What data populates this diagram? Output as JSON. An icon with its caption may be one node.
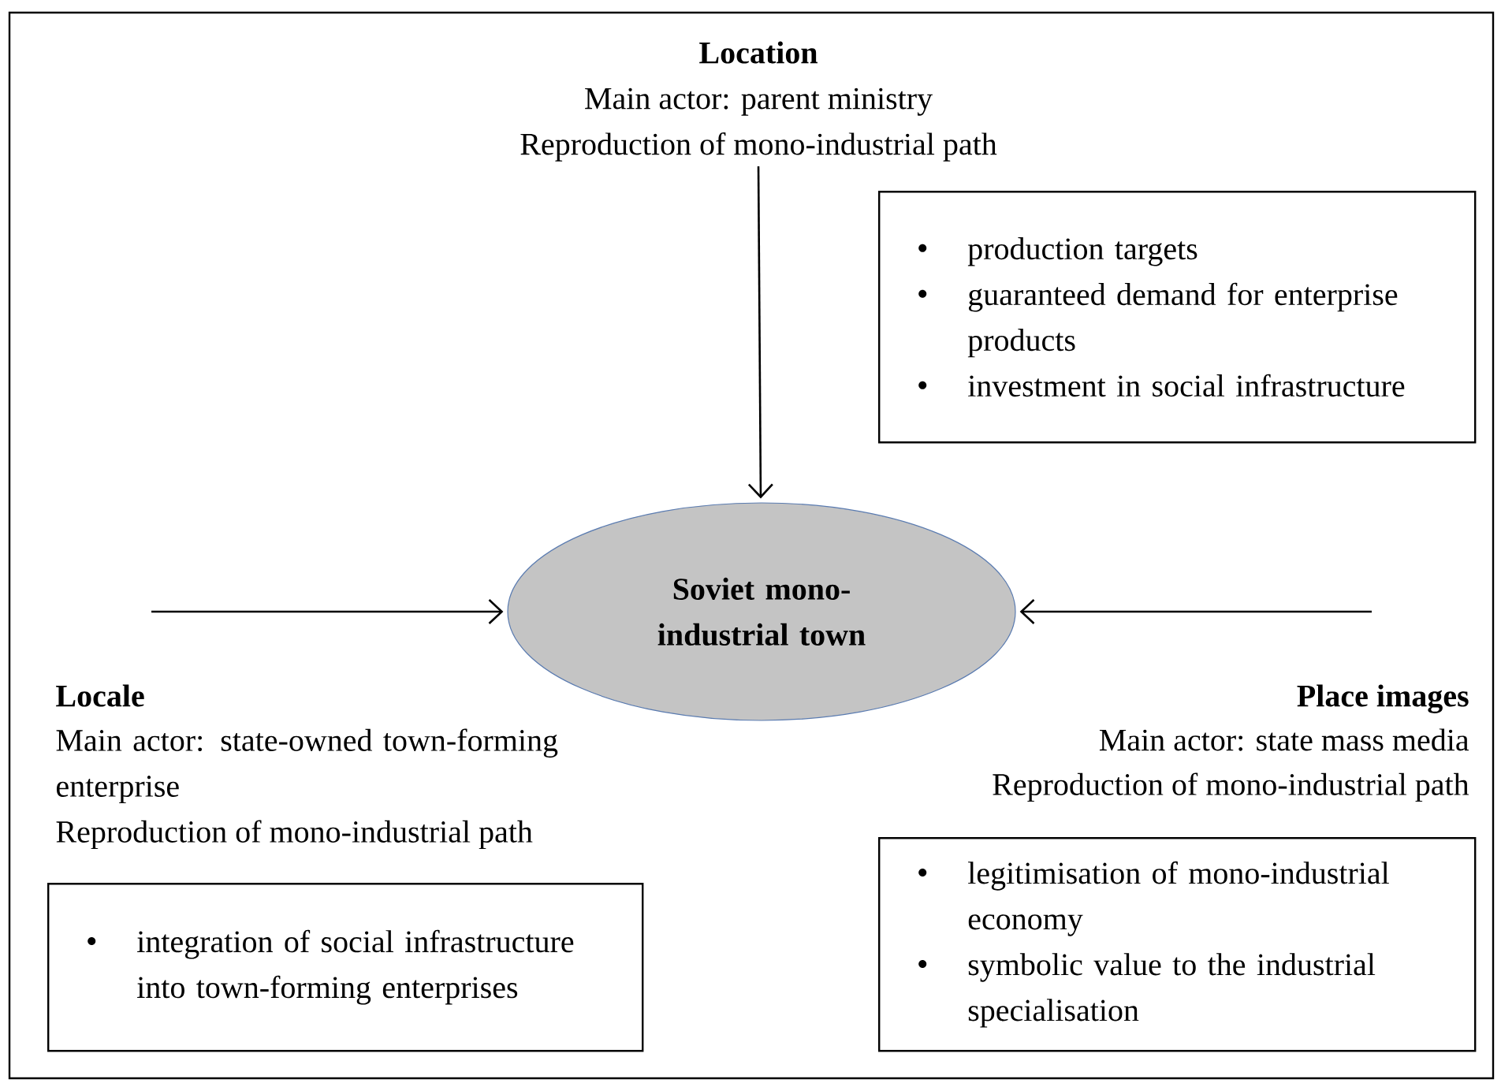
{
  "diagram": {
    "nodes": [
      {
        "text": [
          "Soviet mono-industrial town"
        ]
      },
      {
        "text": [
          "Location",
          "Main actor: parent ministry",
          "Reproduction of mono-industrial path"
        ]
      },
      {
        "text": [
          "production targets",
          "guaranteed demand for enterprise products",
          "investment in social infrastructure"
        ]
      },
      {
        "text": [
          "integration of social infrastructure into town-forming enterprises"
        ]
      },
      {
        "text": [
          "legitimisation of mono-industrial economy",
          "symbolic value to the industrial specialisation"
        ]
      }
    ],
    "edges": [
      {
        "from": 1,
        "to": 0,
        "arrow": "to"
      },
      {
        "from": null,
        "to": 0,
        "arrow": "to"
      },
      {
        "from": null,
        "to": 0,
        "arrow": "to"
      }
    ],
    "labels": [
      "Locale",
      "Main actor: state-owned town-forming enterprise",
      "Reproduction of mono-industrial path",
      "Place images",
      "Main actor:  state mass media",
      "Reproduction of mono-industrial path"
    ]
  }
}
